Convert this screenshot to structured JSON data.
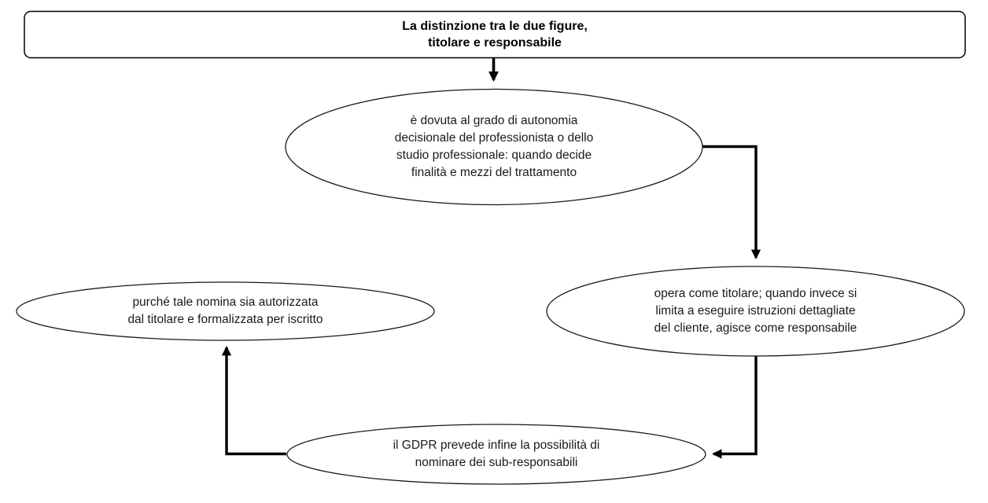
{
  "diagram": {
    "type": "flowchart",
    "background_color": "#ffffff",
    "stroke_color": "#000000",
    "text_color": "#1a1a1a",
    "title_box": {
      "text": "La distinzione tra le due figure,\ntitolare e responsabile"
    },
    "nodes": {
      "autonomia": {
        "text": "è dovuta al grado di autonomia\ndecisionale del professionista o dello\nstudio professionale: quando decide\nfinalità e mezzi del trattamento"
      },
      "titolare": {
        "text": "opera come titolare; quando invece si\nlimita a eseguire istruzioni dettagliate\ndel cliente, agisce come responsabile"
      },
      "gdpr": {
        "text": "il GDPR prevede infine la possibilità di\nnominare dei sub-responsabili"
      },
      "nomina": {
        "text": "purché tale nomina sia autorizzata\ndal titolare e formalizzata per iscritto"
      }
    },
    "edges": [
      {
        "from": "title_box",
        "to": "autonomia"
      },
      {
        "from": "autonomia",
        "to": "titolare"
      },
      {
        "from": "titolare",
        "to": "gdpr"
      },
      {
        "from": "gdpr",
        "to": "nomina"
      }
    ]
  }
}
